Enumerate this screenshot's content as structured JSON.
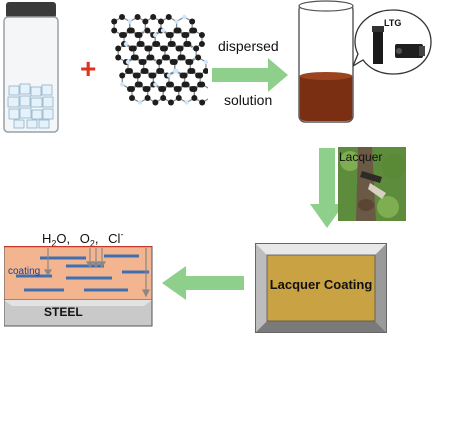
{
  "step1": {
    "operator": "+"
  },
  "step2": {
    "arrow_label_line1": "dispersed",
    "arrow_label_line2": "solution"
  },
  "inset": {
    "label": "LTG"
  },
  "photo": {
    "label": "Lacquer"
  },
  "coating_box": {
    "label": "Lacquer Coating"
  },
  "steel_panel": {
    "ions": {
      "h2o": "H",
      "h2o_sub": "2",
      "h2o_tail": "O,",
      "o2": "O",
      "o2_sub": "2",
      "o2_tail": ",",
      "cl": "Cl",
      "cl_sup": "-"
    },
    "coating_label": "coating",
    "steel_label": "STEEL"
  },
  "colors": {
    "arrow_green": "#8fcf8c",
    "plus_red": "#e0321e",
    "coating_fill": "#f3b58f",
    "steel_fill": "#c9c9c9",
    "box_fill": "#c8a243",
    "liquid_brown": "#7b2f12"
  }
}
